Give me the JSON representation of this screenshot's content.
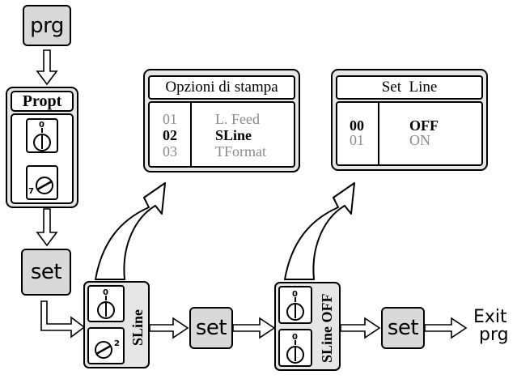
{
  "keys": {
    "prg": "prg",
    "set_1": "set",
    "set_2": "set",
    "set_3": "set"
  },
  "propt_box": {
    "title": "Propt"
  },
  "print_options_menu": {
    "title": "Opzioni di stampa",
    "items": [
      {
        "num": "01",
        "label": "L. Feed",
        "selected": false
      },
      {
        "num": "02",
        "label": "SLine",
        "selected": true
      },
      {
        "num": "03",
        "label": "TFormat",
        "selected": false
      }
    ]
  },
  "set_line_menu": {
    "title": "Set  Line",
    "items": [
      {
        "num": "00",
        "label": "OFF",
        "selected": true
      },
      {
        "num": "01",
        "label": "ON",
        "selected": false
      }
    ]
  },
  "sline_box": {
    "label": "SLine",
    "superscript": "2"
  },
  "sline_off_box": {
    "label": "SLine OFF"
  },
  "propt_subscript": "7",
  "dial_top_digit": "0",
  "exit": {
    "line1": "Exit",
    "line2": "prg"
  },
  "colors": {
    "key_fill": "#d9d9d9",
    "panel_fill": "#e6e6e6",
    "stroke": "#000000",
    "dim_text": "#8a8a8a"
  }
}
